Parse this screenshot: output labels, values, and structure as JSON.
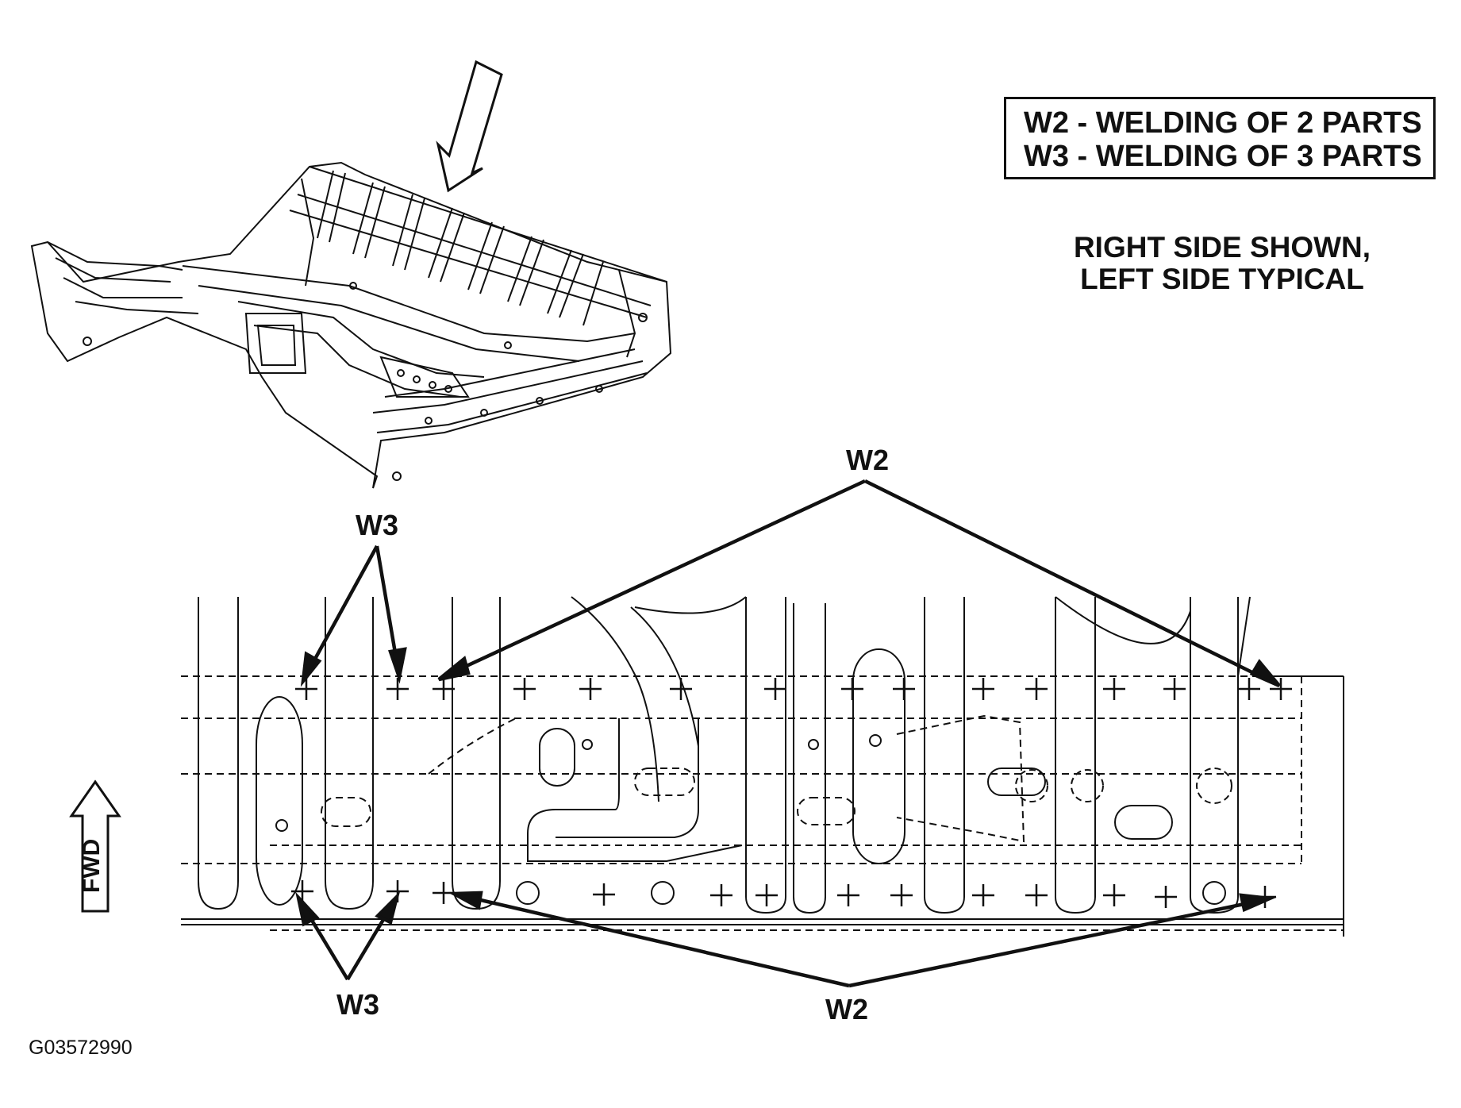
{
  "legend": {
    "line1": "W2 - WELDING OF 2 PARTS",
    "line2": "W3 - WELDING OF 3 PARTS"
  },
  "note": {
    "line1": "RIGHT SIDE SHOWN,",
    "line2": "LEFT SIDE TYPICAL"
  },
  "callouts": {
    "w2_top": "W2",
    "w2_bottom": "W2",
    "w3_top": "W3",
    "w3_bottom": "W3"
  },
  "fwd_label": "FWD",
  "figure_id": "G03572990",
  "weld_types": [
    "W2",
    "W3"
  ]
}
